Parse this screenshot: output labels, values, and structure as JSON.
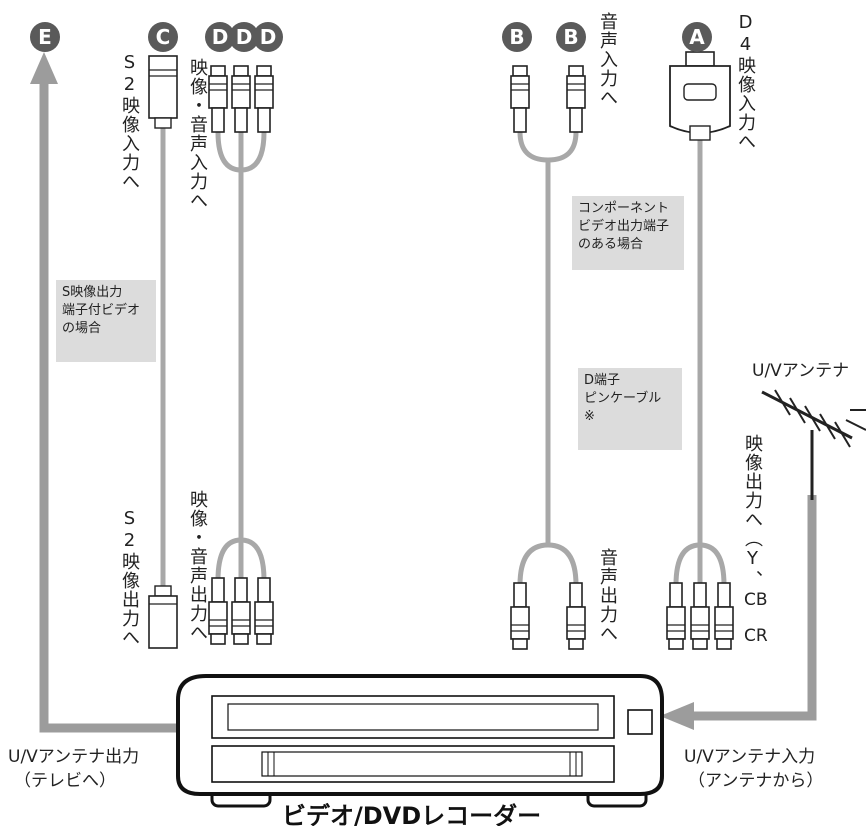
{
  "badges": {
    "E": "E",
    "C": "C",
    "D1": "D",
    "D2": "D",
    "D3": "D",
    "B1": "B",
    "B2": "B",
    "A": "A"
  },
  "labels": {
    "s2_in": "S2映像入力へ",
    "av_in": "映像・音声入力へ",
    "audio_in": "音声入力へ",
    "d4_in": "D4映像入力へ",
    "s2_out": "S2映像出力へ",
    "av_out": "映像・音声出力へ",
    "audio_out": "音声出力へ",
    "video_out": "映像出力へ（Y、",
    "cb": "CB",
    "cr": "CR",
    "antenna": "U/Vアンテナ",
    "ant_out_1": "U/Vアンテナ出力",
    "ant_out_2": "（テレビへ）",
    "ant_in_1": "U/Vアンテナ入力",
    "ant_in_2": "（アンテナから）",
    "recorder": "ビデオ/DVDレコーダー"
  },
  "notes": {
    "s_video": [
      "S映像出力",
      "端子付ビデオ",
      "の場合"
    ],
    "component": [
      "コンポーネント",
      "ビデオ出力端子",
      "のある場合"
    ],
    "d_cable": [
      "D端子",
      "ピンケーブル",
      "※"
    ]
  },
  "colors": {
    "cable": "#a8a8a8",
    "arrow": "#9c9c9c",
    "badge": "#5a5a5a",
    "box": "#dcdcdc"
  }
}
